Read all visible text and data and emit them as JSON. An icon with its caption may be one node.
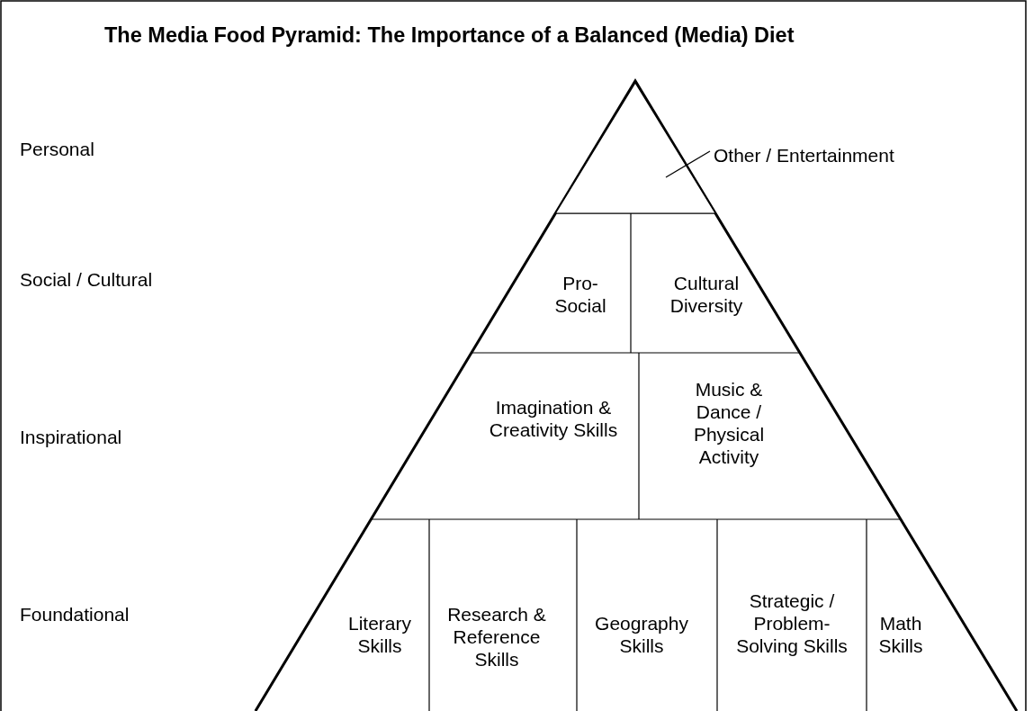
{
  "diagram": {
    "title": "The Media Food Pyramid: The Importance of a Balanced (Media) Diet",
    "nodes": [
      {
        "text": [
          "Other / Entertainment"
        ]
      },
      {
        "text": [],
        "shape": "triangle"
      },
      {
        "text": [
          "Pro-Social"
        ]
      },
      {
        "text": [
          "Cultural Diversity"
        ]
      },
      {
        "text": [
          "Imagination & Creativity Skills"
        ]
      },
      {
        "text": [
          "Music & Dance / Physical Activity"
        ]
      },
      {
        "text": [
          "Literary Skills"
        ]
      },
      {
        "text": [
          "Research & Reference Skills"
        ]
      },
      {
        "text": [
          "Geography Skills"
        ]
      },
      {
        "text": [
          "Strategic / Problem-Solving Skills"
        ]
      },
      {
        "text": [
          "Math Skills"
        ]
      }
    ],
    "edges": [
      {
        "from": 0,
        "to": 1,
        "arrow": "none"
      }
    ],
    "labels": [
      "Personal",
      "Social / Cultural",
      "Inspirational",
      "Foundational"
    ]
  }
}
